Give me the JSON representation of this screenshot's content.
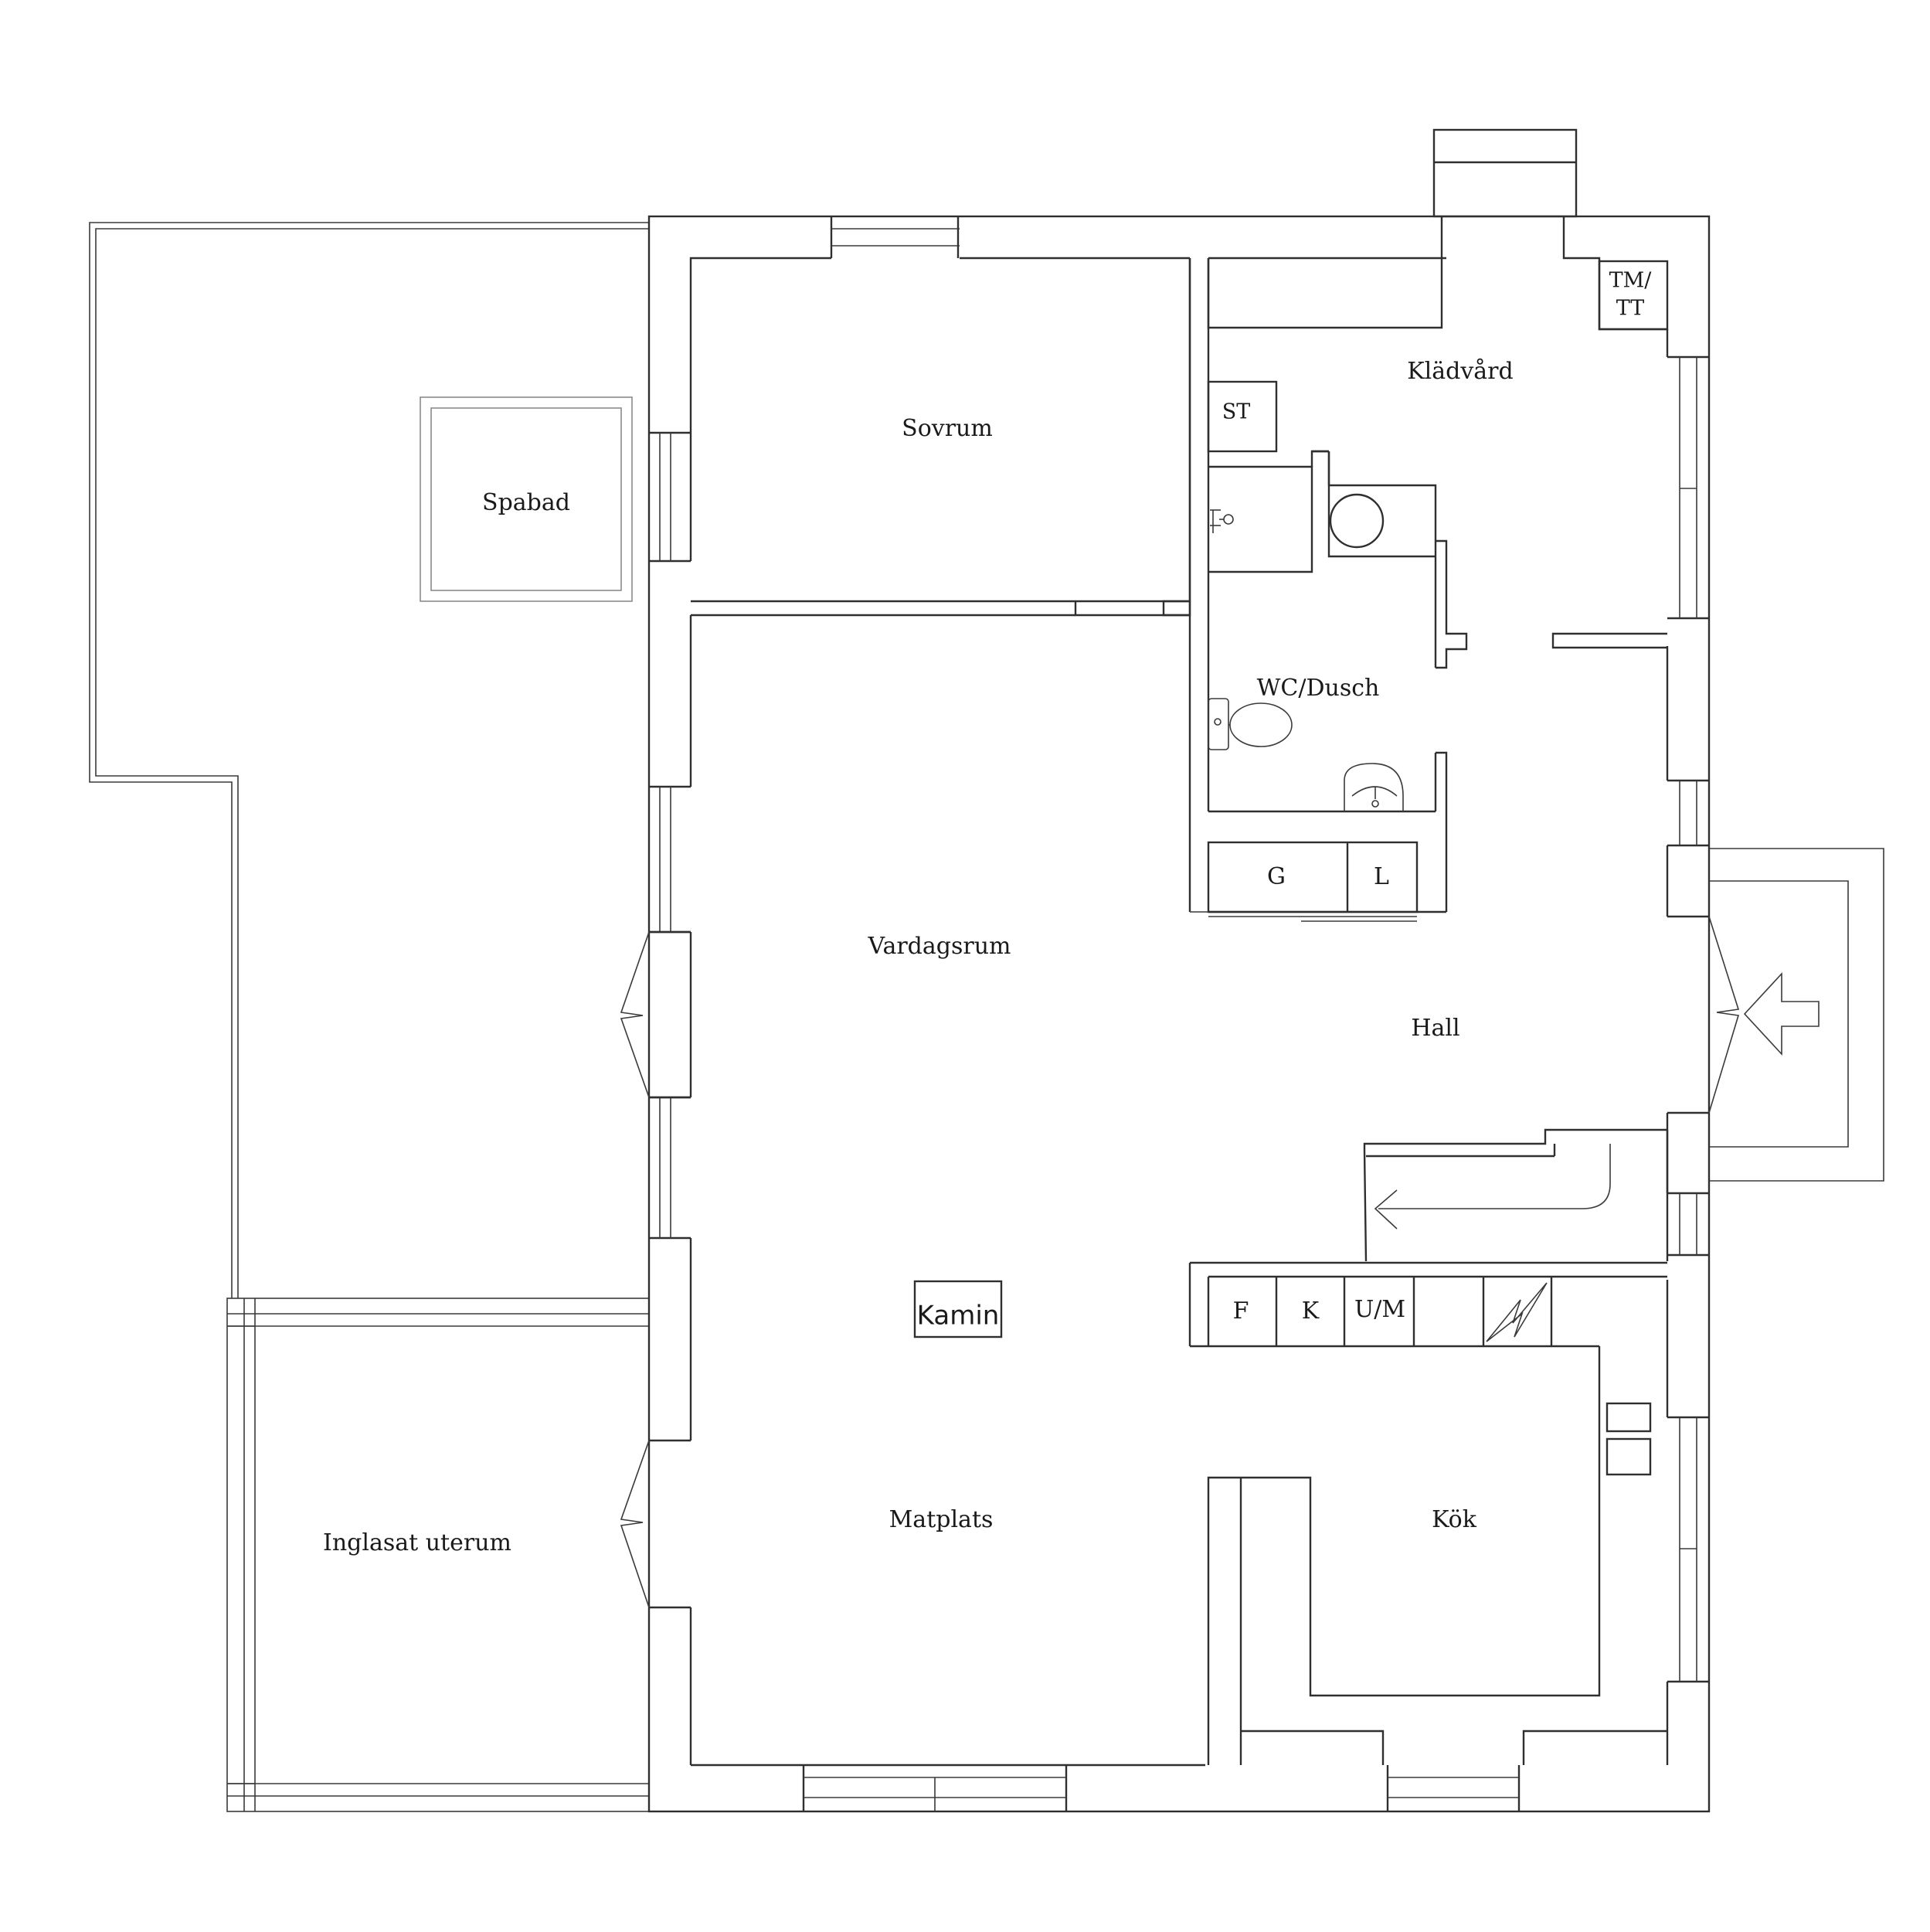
{
  "rooms": {
    "spabad": "Spabad",
    "sovrum": "Sovrum",
    "kladvard": "Klädvård",
    "wc_dusch": "WC/Dusch",
    "vardagsrum": "Vardagsrum",
    "hall": "Hall",
    "inglasat_uterum": "Inglasat uterum",
    "matplats": "Matplats",
    "kok": "Kök"
  },
  "fixtures": {
    "tm_line1": "TM/",
    "tm_line2": "TT",
    "st": "ST",
    "g": "G",
    "l": "L",
    "f": "F",
    "k": "K",
    "um": "U/M",
    "kamin": "Kamin"
  }
}
